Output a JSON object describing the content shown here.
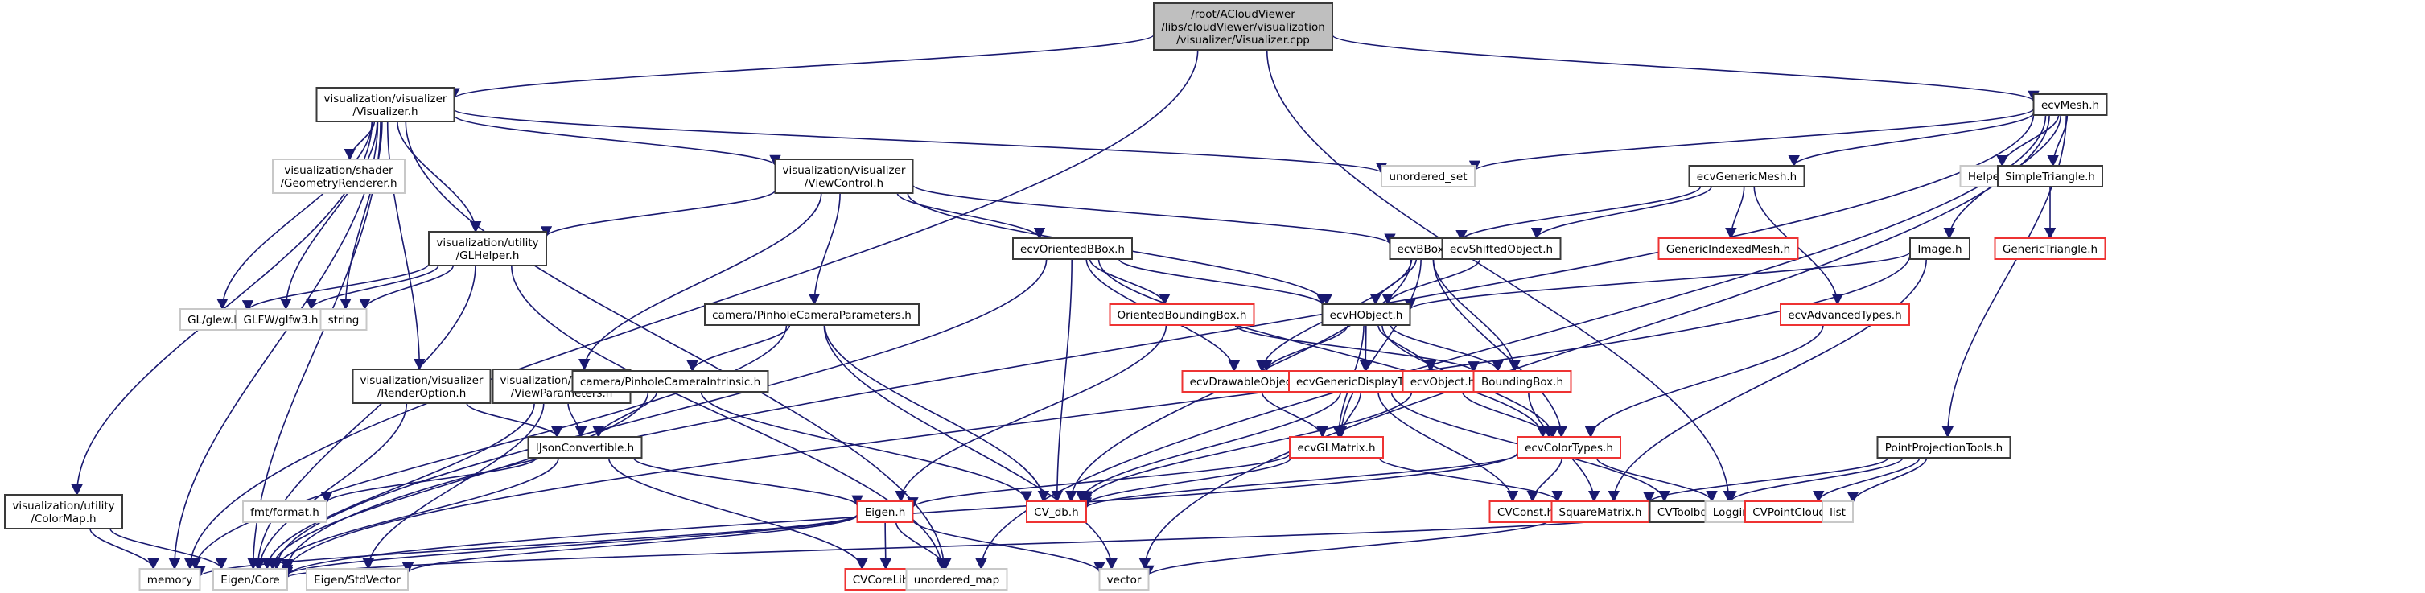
{
  "title": "Include dependency graph for Visualizer.cpp",
  "colors": {
    "edge": "#191970",
    "documented_border": "#3a3a3a",
    "external_border": "#c8c8c8",
    "truncated_border": "#ee3333",
    "root_fill": "#bfbfbf"
  },
  "nodes": [
    {
      "id": "root",
      "label": [
        "/root/ACloudViewer",
        "/libs/cloudViewer/visualization",
        "/visualizer/Visualizer.cpp"
      ],
      "kind": "root"
    },
    {
      "id": "visualizer_h",
      "label": [
        "visualization/visualizer",
        "/Visualizer.h"
      ],
      "kind": "doc"
    },
    {
      "id": "ecvmesh",
      "label": [
        "ecvMesh.h"
      ],
      "kind": "doc"
    },
    {
      "id": "geomrenderer",
      "label": [
        "visualization/shader",
        "/GeometryRenderer.h"
      ],
      "kind": "ext"
    },
    {
      "id": "viewcontrol",
      "label": [
        "visualization/visualizer",
        "/ViewControl.h"
      ],
      "kind": "doc"
    },
    {
      "id": "unordered_set",
      "label": [
        "unordered_set"
      ],
      "kind": "ext"
    },
    {
      "id": "ecvgenericmesh",
      "label": [
        "ecvGenericMesh.h"
      ],
      "kind": "doc"
    },
    {
      "id": "helper",
      "label": [
        "Helper.h"
      ],
      "kind": "ext"
    },
    {
      "id": "simpletriangle",
      "label": [
        "SimpleTriangle.h"
      ],
      "kind": "doc"
    },
    {
      "id": "glhelper",
      "label": [
        "visualization/utility",
        "/GLHelper.h"
      ],
      "kind": "doc"
    },
    {
      "id": "ecvorientedbbox",
      "label": [
        "ecvOrientedBBox.h"
      ],
      "kind": "doc"
    },
    {
      "id": "ecvbbox",
      "label": [
        "ecvBBox.h"
      ],
      "kind": "doc"
    },
    {
      "id": "ecvshifted",
      "label": [
        "ecvShiftedObject.h"
      ],
      "kind": "doc"
    },
    {
      "id": "genericindexedmesh",
      "label": [
        "GenericIndexedMesh.h"
      ],
      "kind": "red"
    },
    {
      "id": "image",
      "label": [
        "Image.h"
      ],
      "kind": "doc"
    },
    {
      "id": "generictriangle",
      "label": [
        "GenericTriangle.h"
      ],
      "kind": "red"
    },
    {
      "id": "glew",
      "label": [
        "GL/glew.h"
      ],
      "kind": "ext"
    },
    {
      "id": "glfw",
      "label": [
        "GLFW/glfw3.h"
      ],
      "kind": "ext"
    },
    {
      "id": "string",
      "label": [
        "string"
      ],
      "kind": "ext"
    },
    {
      "id": "pinholeparams",
      "label": [
        "camera/PinholeCameraParameters.h"
      ],
      "kind": "doc"
    },
    {
      "id": "orientedbb",
      "label": [
        "OrientedBoundingBox.h"
      ],
      "kind": "red"
    },
    {
      "id": "ecvhobject",
      "label": [
        "ecvHObject.h"
      ],
      "kind": "doc"
    },
    {
      "id": "ecvadvancedtypes",
      "label": [
        "ecvAdvancedTypes.h"
      ],
      "kind": "red"
    },
    {
      "id": "renderoption",
      "label": [
        "visualization/visualizer",
        "/RenderOption.h"
      ],
      "kind": "doc"
    },
    {
      "id": "viewparams",
      "label": [
        "visualization/visualizer",
        "/ViewParameters.h"
      ],
      "kind": "doc"
    },
    {
      "id": "pinholeintrinsic",
      "label": [
        "camera/PinholeCameraIntrinsic.h"
      ],
      "kind": "doc"
    },
    {
      "id": "ecvdrawable",
      "label": [
        "ecvDrawableObject.h"
      ],
      "kind": "red"
    },
    {
      "id": "ecvgenericdisplay",
      "label": [
        "ecvGenericDisplayTools.h"
      ],
      "kind": "red"
    },
    {
      "id": "ecvobject",
      "label": [
        "ecvObject.h"
      ],
      "kind": "red"
    },
    {
      "id": "boundingbox",
      "label": [
        "BoundingBox.h"
      ],
      "kind": "red"
    },
    {
      "id": "ijson",
      "label": [
        "IJsonConvertible.h"
      ],
      "kind": "doc"
    },
    {
      "id": "ecvglmatrix",
      "label": [
        "ecvGLMatrix.h"
      ],
      "kind": "red"
    },
    {
      "id": "ecvcolortypes",
      "label": [
        "ecvColorTypes.h"
      ],
      "kind": "red"
    },
    {
      "id": "pointprojection",
      "label": [
        "PointProjectionTools.h"
      ],
      "kind": "doc"
    },
    {
      "id": "colormap",
      "label": [
        "visualization/utility",
        "/ColorMap.h"
      ],
      "kind": "doc"
    },
    {
      "id": "fmtformat",
      "label": [
        "fmt/format.h"
      ],
      "kind": "ext"
    },
    {
      "id": "eigen_h",
      "label": [
        "Eigen.h"
      ],
      "kind": "red"
    },
    {
      "id": "cvdb",
      "label": [
        "CV_db.h"
      ],
      "kind": "red"
    },
    {
      "id": "cvconst",
      "label": [
        "CVConst.h"
      ],
      "kind": "red"
    },
    {
      "id": "squarematrix",
      "label": [
        "SquareMatrix.h"
      ],
      "kind": "red"
    },
    {
      "id": "cvtoolbox",
      "label": [
        "CVToolbox.h"
      ],
      "kind": "doc"
    },
    {
      "id": "logging",
      "label": [
        "Logging.h"
      ],
      "kind": "ext"
    },
    {
      "id": "cvpointcloud",
      "label": [
        "CVPointCloud.h"
      ],
      "kind": "red"
    },
    {
      "id": "list",
      "label": [
        "list"
      ],
      "kind": "ext"
    },
    {
      "id": "memory",
      "label": [
        "memory"
      ],
      "kind": "ext"
    },
    {
      "id": "eigencore",
      "label": [
        "Eigen/Core"
      ],
      "kind": "ext"
    },
    {
      "id": "eigenstdvector",
      "label": [
        "Eigen/StdVector"
      ],
      "kind": "ext"
    },
    {
      "id": "cvcorelib",
      "label": [
        "CVCoreLib.h"
      ],
      "kind": "red"
    },
    {
      "id": "unordered_map",
      "label": [
        "unordered_map"
      ],
      "kind": "ext"
    },
    {
      "id": "vector",
      "label": [
        "vector"
      ],
      "kind": "ext"
    }
  ],
  "edges": [
    [
      "root",
      "visualizer_h"
    ],
    [
      "root",
      "ecvmesh"
    ],
    [
      "root",
      "memory"
    ],
    [
      "root",
      "logging"
    ],
    [
      "visualizer_h",
      "geomrenderer"
    ],
    [
      "visualizer_h",
      "viewcontrol"
    ],
    [
      "visualizer_h",
      "unordered_set"
    ],
    [
      "visualizer_h",
      "glhelper"
    ],
    [
      "visualizer_h",
      "glew"
    ],
    [
      "visualizer_h",
      "glfw"
    ],
    [
      "visualizer_h",
      "string"
    ],
    [
      "visualizer_h",
      "renderoption"
    ],
    [
      "visualizer_h",
      "colormap"
    ],
    [
      "visualizer_h",
      "memory"
    ],
    [
      "visualizer_h",
      "eigencore"
    ],
    [
      "visualizer_h",
      "unordered_map"
    ],
    [
      "viewcontrol",
      "glhelper"
    ],
    [
      "viewcontrol",
      "ecvorientedbbox"
    ],
    [
      "viewcontrol",
      "ecvbbox"
    ],
    [
      "viewcontrol",
      "ecvhobject"
    ],
    [
      "viewcontrol",
      "pinholeparams"
    ],
    [
      "viewcontrol",
      "viewparams"
    ],
    [
      "glhelper",
      "glew"
    ],
    [
      "glhelper",
      "glfw"
    ],
    [
      "glhelper",
      "string"
    ],
    [
      "glhelper",
      "eigencore"
    ],
    [
      "glhelper",
      "unordered_map"
    ],
    [
      "ecvmesh",
      "unordered_set"
    ],
    [
      "ecvmesh",
      "ecvgenericmesh"
    ],
    [
      "ecvmesh",
      "helper"
    ],
    [
      "ecvmesh",
      "simpletriangle"
    ],
    [
      "ecvmesh",
      "image"
    ],
    [
      "ecvmesh",
      "pointprojection"
    ],
    [
      "ecvmesh",
      "eigencore"
    ],
    [
      "ecvmesh",
      "vector"
    ],
    [
      "ecvmesh",
      "unordered_map"
    ],
    [
      "simpletriangle",
      "generictriangle"
    ],
    [
      "ecvgenericmesh",
      "ecvbbox"
    ],
    [
      "ecvgenericmesh",
      "ecvshifted"
    ],
    [
      "ecvgenericmesh",
      "genericindexedmesh"
    ],
    [
      "ecvgenericmesh",
      "ecvadvancedtypes"
    ],
    [
      "ecvshifted",
      "ecvhobject"
    ],
    [
      "image",
      "ecvhobject"
    ],
    [
      "image",
      "squarematrix"
    ],
    [
      "image",
      "eigencore"
    ],
    [
      "ecvbbox",
      "ecvhobject"
    ],
    [
      "ecvbbox",
      "ecvdrawable"
    ],
    [
      "ecvbbox",
      "boundingbox"
    ],
    [
      "ecvbbox",
      "ecvcolortypes"
    ],
    [
      "ecvbbox",
      "cvdb"
    ],
    [
      "ecvbbox",
      "ecvglmatrix"
    ],
    [
      "ecvorientedbbox",
      "orientedbb"
    ],
    [
      "ecvorientedbbox",
      "ecvhobject"
    ],
    [
      "ecvorientedbbox",
      "ecvdrawable"
    ],
    [
      "ecvorientedbbox",
      "cvdb"
    ],
    [
      "ecvorientedbbox",
      "ecvcolortypes"
    ],
    [
      "ecvorientedbbox",
      "eigencore"
    ],
    [
      "orientedbb",
      "boundingbox"
    ],
    [
      "orientedbb",
      "eigen_h"
    ],
    [
      "ecvhobject",
      "ecvdrawable"
    ],
    [
      "ecvhobject",
      "ecvgenericdisplay"
    ],
    [
      "ecvhobject",
      "ecvobject"
    ],
    [
      "ecvhobject",
      "boundingbox"
    ],
    [
      "ecvhobject",
      "ecvcolortypes"
    ],
    [
      "ecvhobject",
      "ecvglmatrix"
    ],
    [
      "ecvadvancedtypes",
      "ecvcolortypes"
    ],
    [
      "ecvdrawable",
      "ecvglmatrix"
    ],
    [
      "ecvgenericdisplay",
      "ecvglmatrix"
    ],
    [
      "ecvgenericdisplay",
      "cvconst"
    ],
    [
      "ecvgenericdisplay",
      "cvtoolbox"
    ],
    [
      "ecvgenericdisplay",
      "cvdb"
    ],
    [
      "ecvobject",
      "ecvcolortypes"
    ],
    [
      "ecvobject",
      "cvdb"
    ],
    [
      "boundingbox",
      "squarematrix"
    ],
    [
      "ecvglmatrix",
      "cvdb"
    ],
    [
      "ecvglmatrix",
      "squarematrix"
    ],
    [
      "ecvglmatrix",
      "eigen_h"
    ],
    [
      "ecvcolortypes",
      "cvdb"
    ],
    [
      "ecvcolortypes",
      "cvconst"
    ],
    [
      "ecvcolortypes",
      "logging"
    ],
    [
      "ecvcolortypes",
      "eigencore"
    ],
    [
      "pointprojection",
      "cvpointcloud"
    ],
    [
      "pointprojection",
      "list"
    ],
    [
      "pointprojection",
      "squarematrix"
    ],
    [
      "pointprojection",
      "cvtoolbox"
    ],
    [
      "pinholeparams",
      "pinholeintrinsic"
    ],
    [
      "pinholeparams",
      "cvdb"
    ],
    [
      "pinholeparams",
      "vector"
    ],
    [
      "pinholeparams",
      "memory"
    ],
    [
      "pinholeintrinsic",
      "ijson"
    ],
    [
      "pinholeintrinsic",
      "cvdb"
    ],
    [
      "pinholeintrinsic",
      "eigencore"
    ],
    [
      "renderoption",
      "ijson"
    ],
    [
      "renderoption",
      "eigencore"
    ],
    [
      "viewparams",
      "ijson"
    ],
    [
      "viewparams",
      "eigencore"
    ],
    [
      "viewparams",
      "eigenstdvector"
    ],
    [
      "ijson",
      "fmtformat"
    ],
    [
      "ijson",
      "eigen_h"
    ],
    [
      "ijson",
      "eigencore"
    ],
    [
      "ijson",
      "cvcorelib"
    ],
    [
      "colormap",
      "memory"
    ],
    [
      "colormap",
      "eigencore"
    ],
    [
      "eigen_h",
      "memory"
    ],
    [
      "eigen_h",
      "eigencore"
    ],
    [
      "eigen_h",
      "eigenstdvector"
    ],
    [
      "eigen_h",
      "cvcorelib"
    ],
    [
      "eigen_h",
      "unordered_map"
    ],
    [
      "eigen_h",
      "vector"
    ],
    [
      "squarematrix",
      "vector"
    ],
    [
      "cvtoolbox",
      "eigencore"
    ]
  ]
}
